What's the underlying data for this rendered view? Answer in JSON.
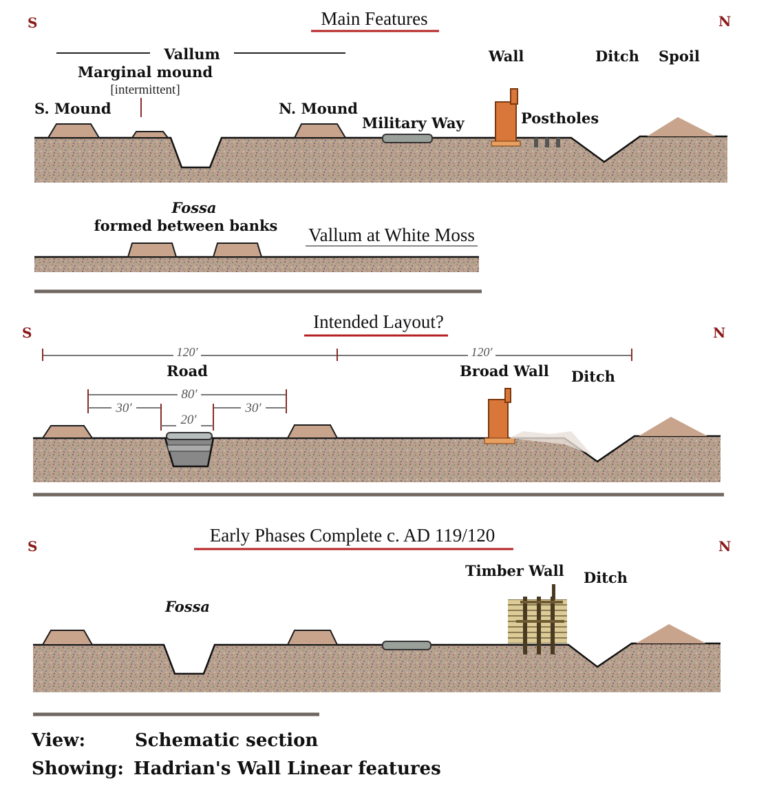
{
  "panels": {
    "main": {
      "title": "Main Features",
      "south": "S",
      "north": "N",
      "labels": {
        "vallum": "Vallum",
        "marginal_mound": "Marginal mound",
        "intermittent": "[intermittent]",
        "s_mound": "S. Mound",
        "n_mound": "N. Mound",
        "military_way": "Military Way",
        "wall": "Wall",
        "postholes": "Postholes",
        "ditch": "Ditch",
        "spoil": "Spoil"
      }
    },
    "white_moss": {
      "title": "Vallum at White Moss",
      "fossa": "Fossa",
      "fossa_note": "formed between banks"
    },
    "intended": {
      "title": "Intended Layout?",
      "south": "S",
      "north": "N",
      "labels": {
        "road": "Road",
        "broad_wall": "Broad Wall",
        "ditch": "Ditch"
      },
      "dimensions": {
        "left_span": "120′",
        "right_span": "120′",
        "road_span": "80′",
        "side_left": "30′",
        "side_right": "30′",
        "center": "20′"
      }
    },
    "early": {
      "title": "Early Phases Complete c. AD 119/120",
      "south": "S",
      "north": "N",
      "labels": {
        "timber_wall": "Timber Wall",
        "ditch": "Ditch",
        "fossa": "Fossa"
      }
    }
  },
  "footer": {
    "view_label": "View:",
    "view_value": "Schematic section",
    "showing_label": "Showing:",
    "showing_value": "Hadrian's Wall Linear features"
  },
  "colors": {
    "ground": "#b7a08e",
    "mound": "#c9a48c",
    "wall": "#d9763a",
    "underline": "#b52222",
    "scale_bar": "#6f665f"
  }
}
